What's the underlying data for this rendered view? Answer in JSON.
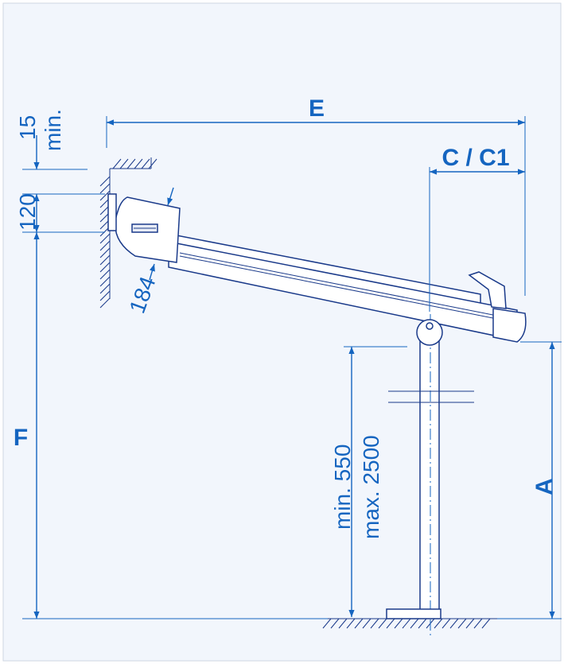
{
  "labels": {
    "E": "E",
    "C_C1": "C / C1",
    "A": "A",
    "F": "F",
    "d15": "15",
    "min": "min.",
    "d120": "120",
    "d184": "184",
    "min550": "min. 550",
    "max2500": "max. 2500"
  },
  "colors": {
    "dimension": "#1565c0",
    "outline": "#1a3a8a",
    "background": "#f2f6fc"
  }
}
